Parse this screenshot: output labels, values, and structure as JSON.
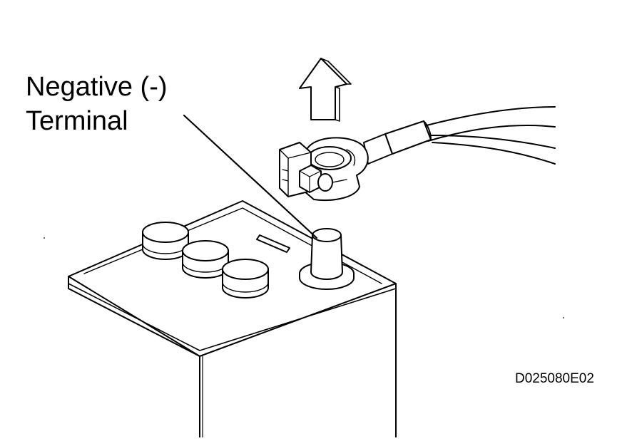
{
  "callout": {
    "line1": "Negative (-)",
    "line2": "Terminal"
  },
  "figure_code": "D025080E02",
  "colors": {
    "ink": "#000000",
    "paper": "#ffffff"
  },
  "icons": {
    "arrow": "up-arrow-icon"
  }
}
